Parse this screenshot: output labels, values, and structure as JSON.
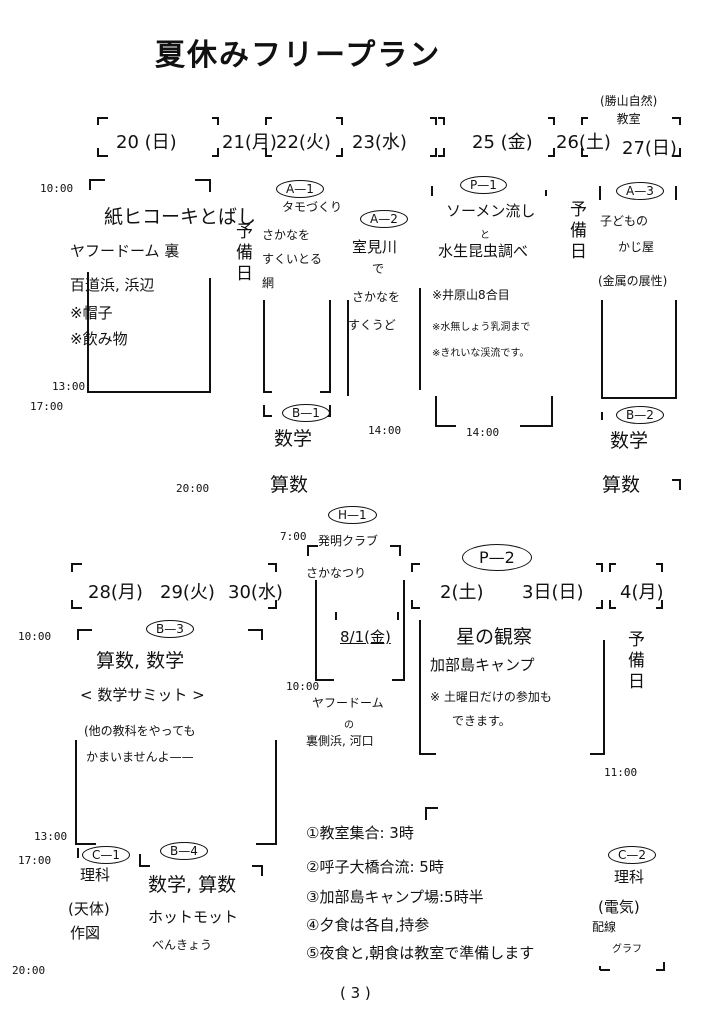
{
  "title": "夏休みフリープラン",
  "page_number": "( 3 )",
  "week1": {
    "days": [
      "20 (日)",
      "21(月)",
      "22(火)",
      "23(水)",
      "25 (金)",
      "26(土)",
      "27(日)"
    ],
    "corner_note": "(勝山自然)\n教室",
    "times": {
      "t1000": "10:00",
      "t1300": "13:00",
      "t1700": "17:00",
      "t2000": "20:00",
      "t1400a": "14:00",
      "t1400b": "14:00"
    },
    "cells": {
      "day20": {
        "title": "紙ヒコーキとばし",
        "lines": [
          "ヤフードーム 裏",
          "百道浜, 浜辺",
          "※帽子",
          "※飲み物"
        ]
      },
      "day21": {
        "note": "予備日"
      },
      "a1": {
        "code": "A—1",
        "title": "タモづくり",
        "lines": [
          "さかなを",
          "すくいとる",
          "網"
        ]
      },
      "a2": {
        "code": "A—2",
        "lines": [
          "室見川",
          "で",
          "さかなを",
          "すくうど"
        ]
      },
      "p1": {
        "code": "P—1",
        "lines": [
          "ソーメン流し",
          "と",
          "水生昆虫調べ"
        ],
        "notes": [
          "※井原山8合目",
          "※水無しょう乳洞まで",
          "※きれいな渓流です。"
        ]
      },
      "day26": {
        "note": "予備日"
      },
      "a3": {
        "code": "A—3",
        "lines": [
          "子どもの",
          "かじ屋"
        ],
        "note": "(金属の展性)"
      },
      "b1": {
        "code": "B—1",
        "label": "数学",
        "label2": "算数"
      },
      "b2": {
        "code": "B—2",
        "label": "数学",
        "label2": "算数"
      }
    }
  },
  "week2": {
    "days": [
      "28(月)",
      "29(火)",
      "30(水)",
      "2(土)",
      "3日(日)",
      "4(月)"
    ],
    "times": {
      "t700": "7:00",
      "t1000": "10:00",
      "t1000b": "10:00",
      "t1100": "11:00",
      "t1300": "13:00",
      "t1700": "17:00",
      "t2000": "20:00"
    },
    "h1": {
      "code": "H—1",
      "title": "発明クラブ",
      "sub": "さかなつり",
      "date": "8/1(金)",
      "lines": [
        "ヤフードーム",
        "の",
        "裏側浜, 河口"
      ]
    },
    "b3": {
      "code": "B—3",
      "lines": [
        "算数, 数学",
        "< 数学サミット >"
      ],
      "notes": [
        "(他の教科をやっても",
        "かまいませんよ——"
      ]
    },
    "p2": {
      "code": "P—2",
      "title": "星の観察",
      "sub": "加部島キャンプ",
      "notes": [
        "※ 土曜日だけの参加も",
        "できます。"
      ]
    },
    "day4": {
      "note": "予備日"
    },
    "c1": {
      "code": "C—1",
      "label": "理科",
      "lines": [
        "(天体)",
        "作図"
      ]
    },
    "b4": {
      "code": "B—4",
      "label": "数学, 算数",
      "lines": [
        "ホットモット",
        "べんきょう"
      ]
    },
    "c2": {
      "code": "C—2",
      "label": "理科",
      "lines": [
        "(電気)",
        "配線",
        "グラフ"
      ]
    },
    "instructions": [
      "①教室集合:  3時",
      "②呼子大橋合流: 5時",
      "③加部島キャンプ場:5時半",
      "④夕食は各自,持参",
      "⑤夜食と,朝食は教室で準備します"
    ]
  }
}
